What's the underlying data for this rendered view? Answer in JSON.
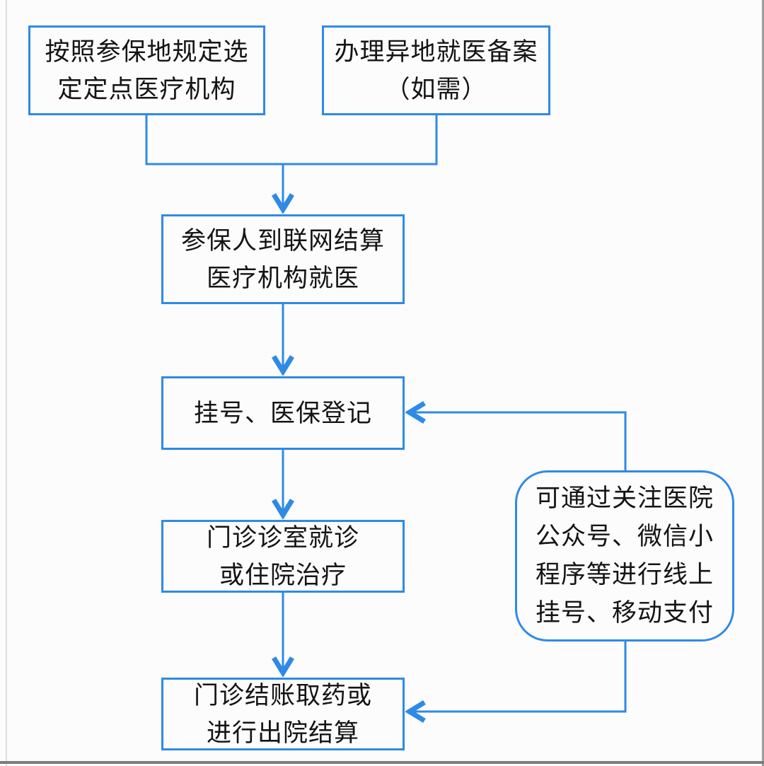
{
  "colors": {
    "accent": "#2f8ae6",
    "background": "#fcfcfc",
    "text": "#141414",
    "frame_bottom": "#7d7d7d"
  },
  "flowchart": {
    "nodes": [
      {
        "name": "select-designated-provider",
        "shape": "rect",
        "lines": [
          "按照参保地规定选",
          "定定点医疗机构"
        ]
      },
      {
        "name": "remote-medical-filing",
        "shape": "rect",
        "lines": [
          "办理异地就医备案",
          "（如需）"
        ]
      },
      {
        "name": "visit-networked-provider",
        "shape": "rect",
        "lines": [
          "参保人到联网结算",
          "医疗机构就医"
        ]
      },
      {
        "name": "registration-insurance-checkin",
        "shape": "rect",
        "lines": [
          "挂号、医保登记"
        ]
      },
      {
        "name": "outpatient-or-inpatient",
        "shape": "rect",
        "lines": [
          "门诊诊室就诊",
          "或住院治疗"
        ]
      },
      {
        "name": "online-services-note",
        "shape": "rounded",
        "lines": [
          "可通过关注医院",
          "公众号、微信小",
          "程序等进行线上",
          "挂号、移动支付"
        ]
      },
      {
        "name": "settlement-and-discharge",
        "shape": "rect",
        "lines": [
          "门诊结账取药或",
          "进行出院结算"
        ]
      }
    ]
  }
}
